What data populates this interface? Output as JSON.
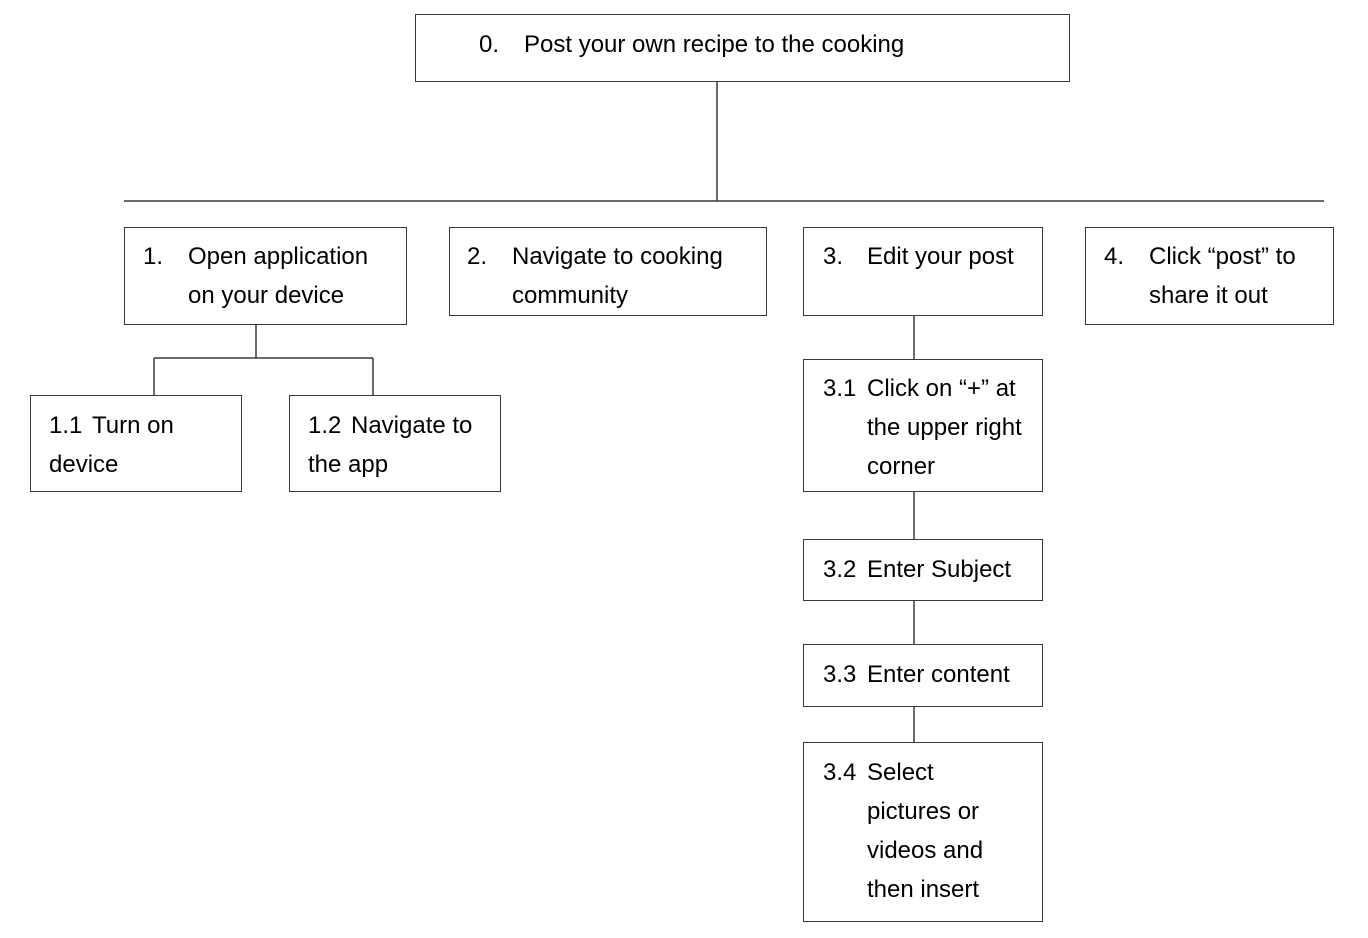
{
  "diagram": {
    "nodes": [
      {
        "id": "n0",
        "num": "0.",
        "text": "Post your own recipe to the cooking"
      },
      {
        "id": "n1",
        "num": "1.",
        "text": "Open application on your device"
      },
      {
        "id": "n2",
        "num": "2.",
        "text": "Navigate to cooking community"
      },
      {
        "id": "n3",
        "num": "3.",
        "text": "Edit your post"
      },
      {
        "id": "n4",
        "num": "4.",
        "text": "Click “post” to share it out"
      },
      {
        "id": "n11",
        "num": "1.1",
        "text": "Turn on device"
      },
      {
        "id": "n12",
        "num": "1.2",
        "text": "Navigate to the app"
      },
      {
        "id": "n31",
        "num": "3.1",
        "text": "Click on “+” at the upper right corner"
      },
      {
        "id": "n32",
        "num": "3.2",
        "text": "Enter Subject"
      },
      {
        "id": "n33",
        "num": "3.3",
        "text": "Enter content"
      },
      {
        "id": "n34",
        "num": "3.4",
        "text": "Select pictures or videos and then insert"
      }
    ],
    "edges": [
      {
        "from": "n0",
        "to": "n1"
      },
      {
        "from": "n0",
        "to": "n2"
      },
      {
        "from": "n0",
        "to": "n3"
      },
      {
        "from": "n0",
        "to": "n4"
      },
      {
        "from": "n1",
        "to": "n11"
      },
      {
        "from": "n1",
        "to": "n12"
      },
      {
        "from": "n3",
        "to": "n31"
      },
      {
        "from": "n31",
        "to": "n32"
      },
      {
        "from": "n32",
        "to": "n33"
      },
      {
        "from": "n33",
        "to": "n34"
      }
    ]
  }
}
